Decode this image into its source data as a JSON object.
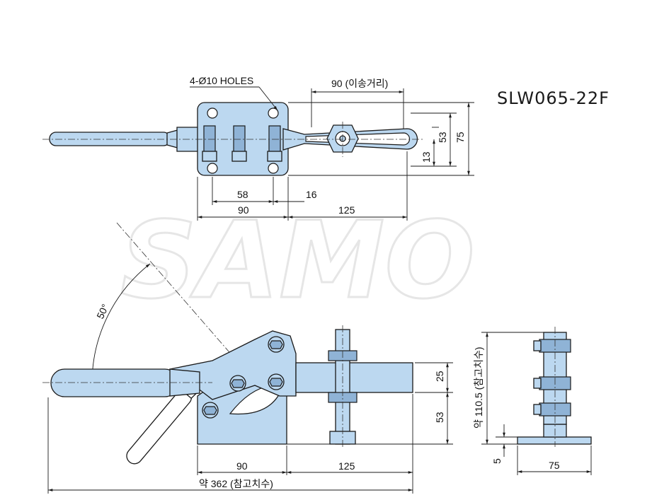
{
  "model": "SLW065-22F",
  "watermark": "SAMO",
  "labels": {
    "holes": "4-Ø10 HOLES",
    "travel": "90 (이송거리)",
    "angle": "50°",
    "height": "약 110.5 (참고치수)",
    "total_length": "약 362 (참고치수)"
  },
  "top_view_dims": {
    "d58": "58",
    "d16": "16",
    "d90": "90",
    "d125": "125",
    "d53": "53",
    "d75": "75",
    "d13": "13"
  },
  "side_view_dims": {
    "d25": "25",
    "d53": "53",
    "d90": "90",
    "d125": "125"
  },
  "end_view_dims": {
    "d5": "5",
    "d75": "75"
  },
  "colors": {
    "part_fill": "#bcd8f0",
    "line": "#1a1a1a"
  }
}
